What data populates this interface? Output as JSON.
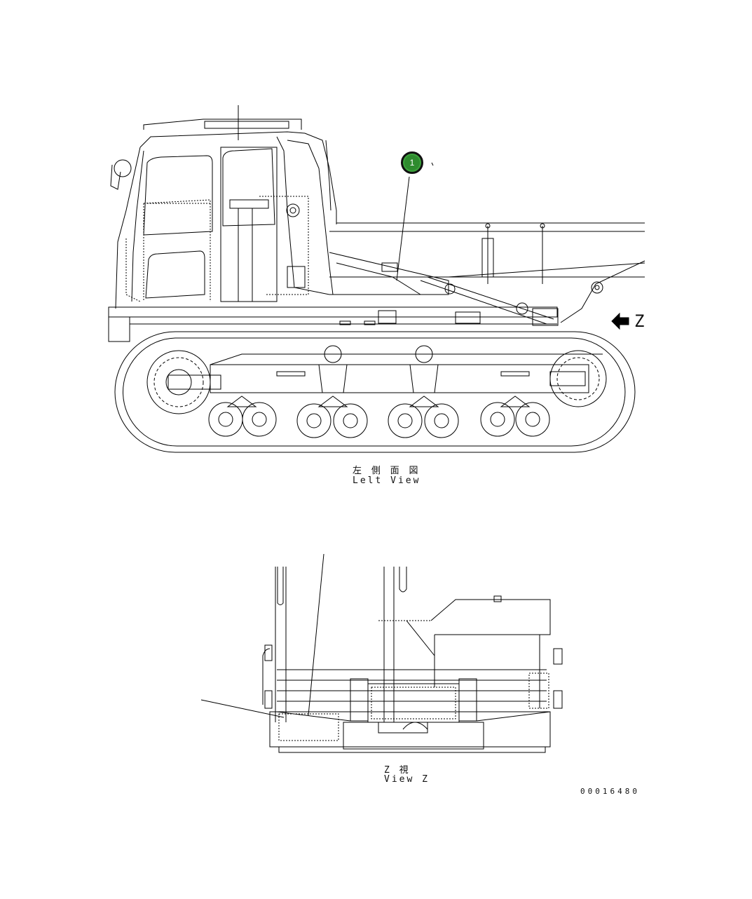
{
  "callout": {
    "number": "1",
    "color": "#2e8b2e"
  },
  "view_marker": {
    "letter": "Z"
  },
  "left_view": {
    "caption_jp": "左 側 面 図",
    "caption_en": "Lelt View"
  },
  "view_z": {
    "caption_jp": "Z   視",
    "caption_en": "View Z"
  },
  "drawing_number": "00016480",
  "line_color": "#000000"
}
